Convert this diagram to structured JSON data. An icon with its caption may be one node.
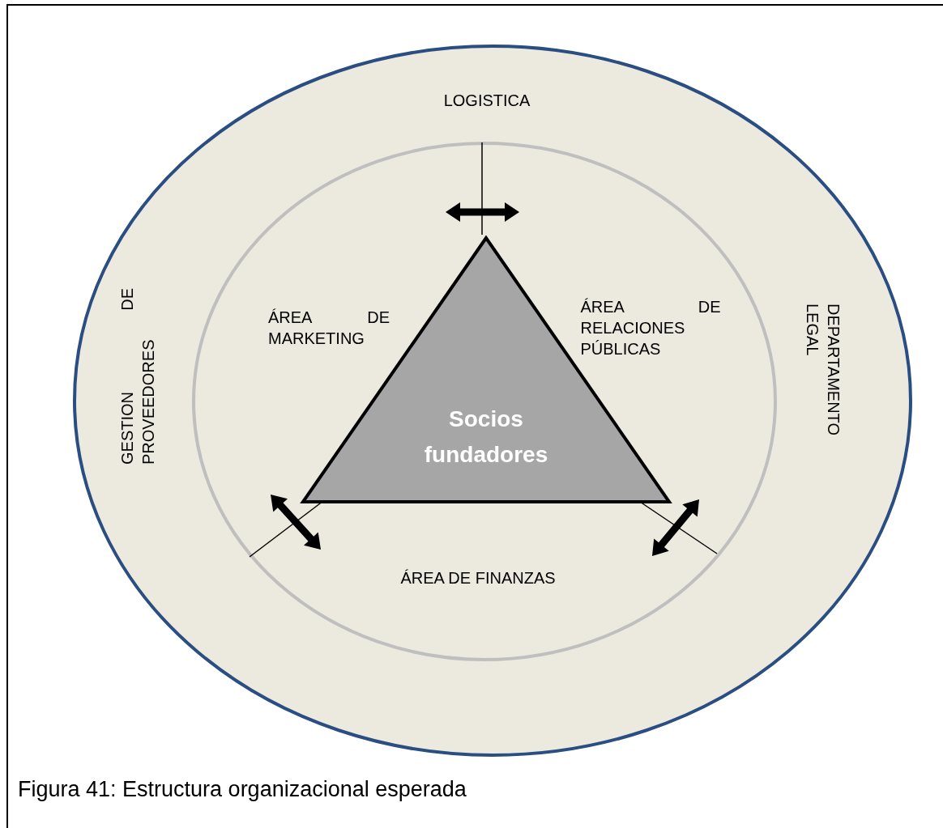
{
  "diagram": {
    "caption": "Figura 41: Estructura organizacional esperada",
    "nodes": [
      {
        "text": [
          "LOGISTICA",
          "GESTION DE PROVEEDORES",
          "DEPARTAMENTO LEGAL"
        ]
      },
      {
        "text": [
          "ÁREA DE MARKETING",
          "ÁREA DE RELACIONES PÚBLICAS",
          "ÁREA DE FINANZAS"
        ],
        "in": 0
      },
      {
        "text": [
          "Socios fundadores"
        ],
        "in": 1
      }
    ]
  }
}
